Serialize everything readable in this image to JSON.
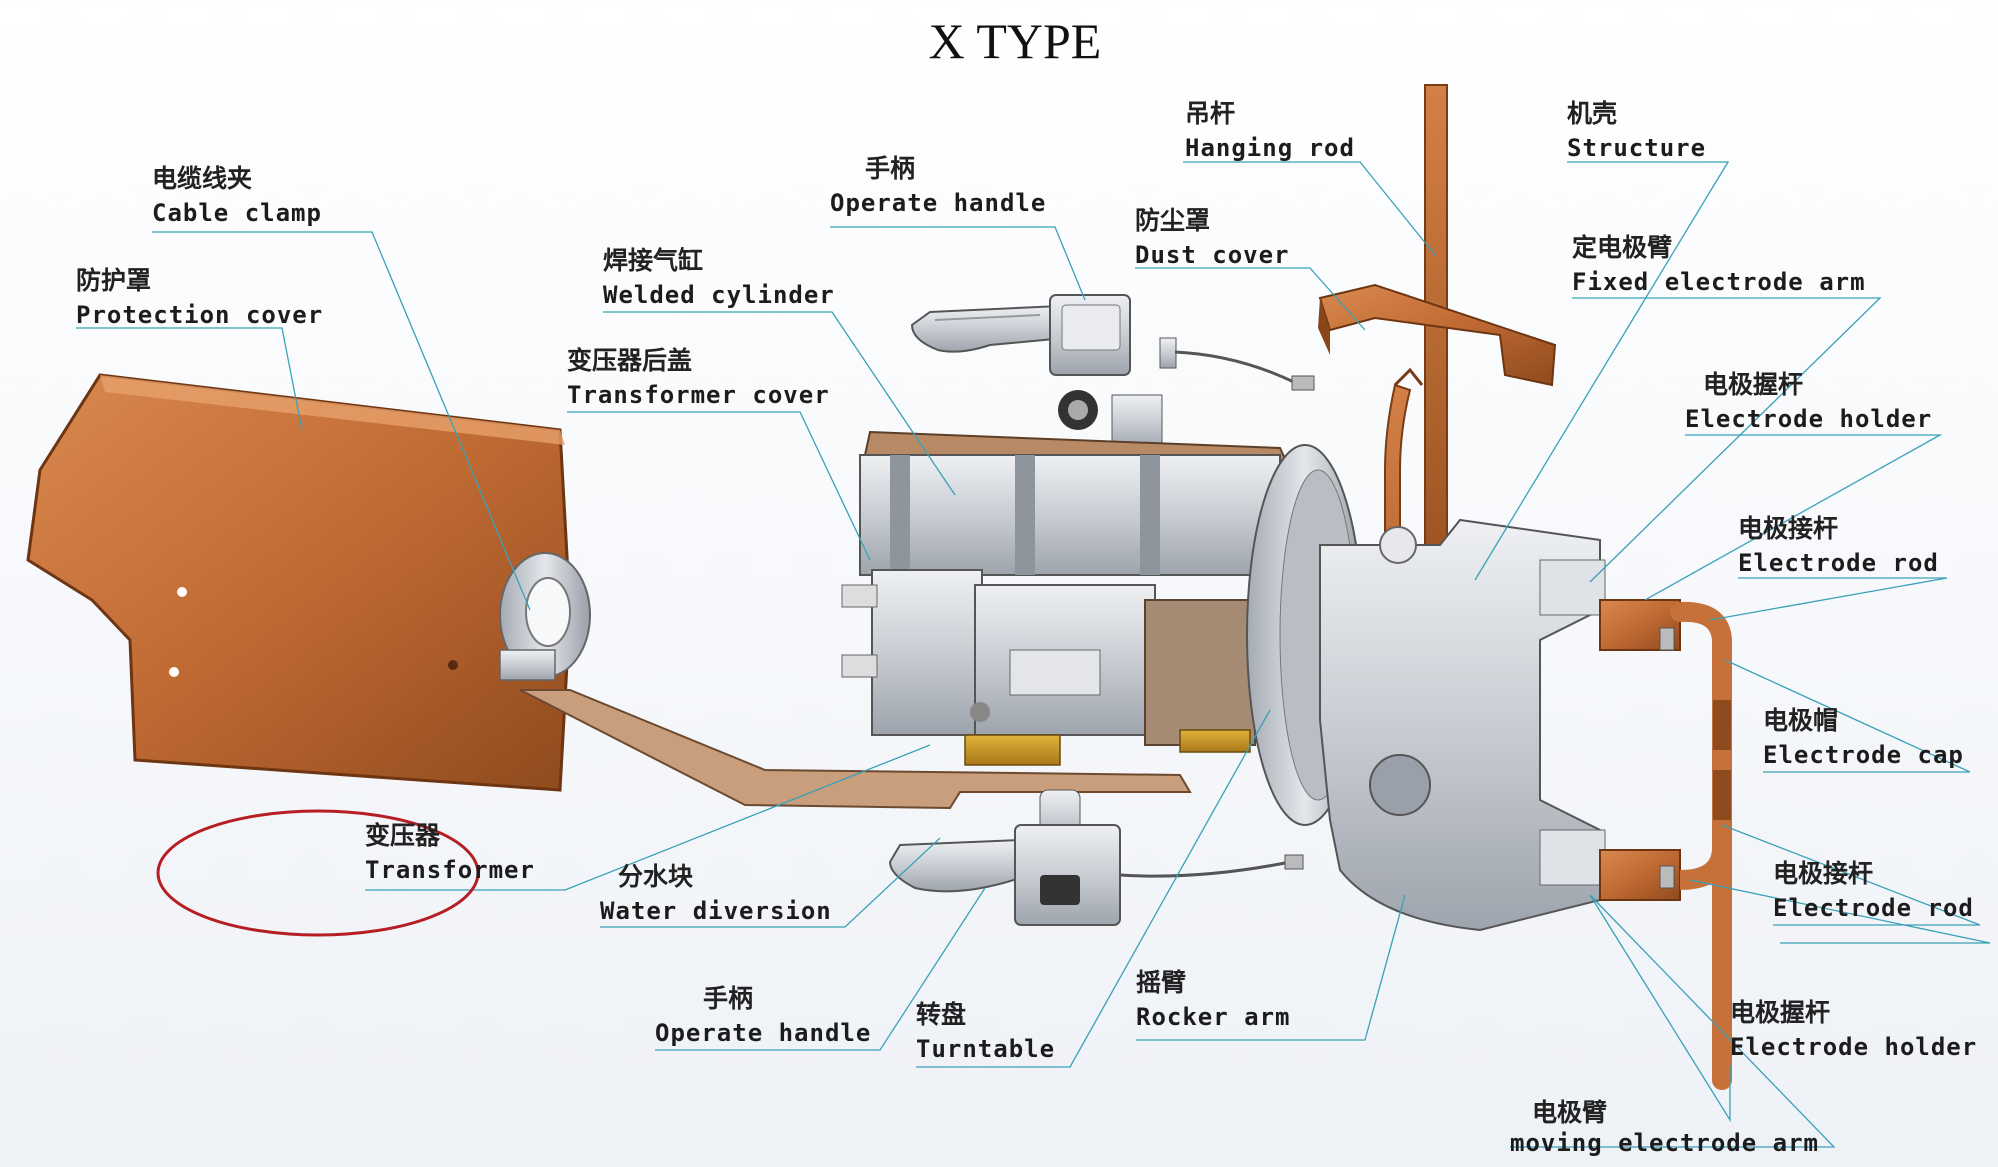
{
  "title": "X TYPE",
  "colors": {
    "copper": "#c6703a",
    "copper_dark": "#8a4519",
    "steel": "#c4c8ce",
    "leader": "#3aa1b8",
    "highlight": "#b51f24"
  },
  "labels": {
    "cable_clamp": {
      "cn": "电缆线夹",
      "en": "Cable clamp"
    },
    "protection_cover": {
      "cn": "防护罩",
      "en": "Protection cover"
    },
    "operate_handle_top": {
      "cn": "手柄",
      "en": "Operate handle"
    },
    "welded_cylinder": {
      "cn": "焊接气缸",
      "en": "Welded cylinder"
    },
    "transformer_cover": {
      "cn": "变压器后盖",
      "en": "Transformer cover"
    },
    "hanging_rod": {
      "cn": "吊杆",
      "en": "Hanging rod"
    },
    "dust_cover": {
      "cn": "防尘罩",
      "en": "Dust cover"
    },
    "structure": {
      "cn": "机壳",
      "en": "Structure"
    },
    "fixed_electrode_arm": {
      "cn": "定电极臂",
      "en": "Fixed electrode arm"
    },
    "electrode_holder_top": {
      "cn": "电极握杆",
      "en": "Electrode holder"
    },
    "electrode_rod_top": {
      "cn": "电极接杆",
      "en": "Electrode rod"
    },
    "electrode_cap": {
      "cn": "电极帽",
      "en": "Electrode cap"
    },
    "electrode_rod_bottom": {
      "cn": "电极接杆",
      "en": "Electrode rod"
    },
    "electrode_holder_bottom": {
      "cn": "电极握杆",
      "en": "Electrode holder"
    },
    "moving_electrode_arm": {
      "cn": "电极臂",
      "en": "moving electrode arm"
    },
    "transformer": {
      "cn": "变压器",
      "en": "Transformer"
    },
    "water_diversion": {
      "cn": "分水块",
      "en": "Water diversion"
    },
    "operate_handle_bottom": {
      "cn": "手柄",
      "en": "Operate handle"
    },
    "turntable": {
      "cn": "转盘",
      "en": "Turntable"
    },
    "rocker_arm": {
      "cn": "摇臂",
      "en": "Rocker arm"
    }
  }
}
